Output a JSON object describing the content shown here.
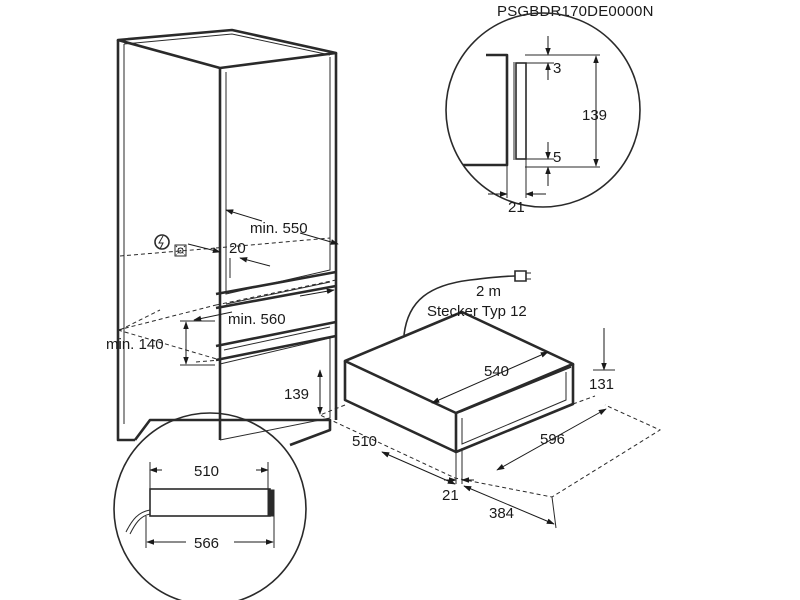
{
  "product_code": "PSGBDR170DE0000N",
  "labels": {
    "min_550": "min. 550",
    "dim_20": "20",
    "min_560": "min. 560",
    "min_140": "min. 140",
    "cable_length": "2 m",
    "plug_type": "Stecker Typ 12",
    "dim_540": "540",
    "dim_131": "131",
    "dim_139": "139",
    "dim_510": "510",
    "dim_596": "596",
    "dim_21": "21",
    "dim_384": "384"
  },
  "detail_top": {
    "dim_3": "3",
    "dim_139": "139",
    "dim_5": "5",
    "dim_21": "21"
  },
  "detail_bottom": {
    "dim_510": "510",
    "dim_566": "566"
  },
  "icons": [
    "electric-shock-warning-icon",
    "electrical-connection-icon"
  ]
}
